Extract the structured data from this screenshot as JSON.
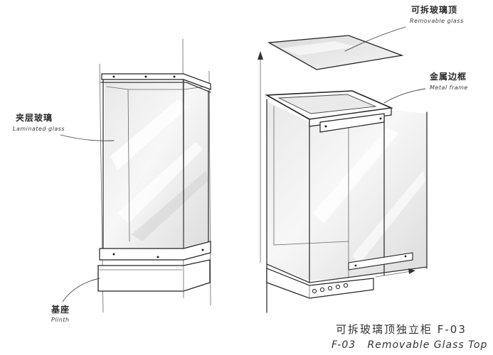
{
  "labels": {
    "laminated_glass_cn": "夹层玻璃",
    "laminated_glass_en": "Laminated glass",
    "plinth_cn": "基座",
    "plinth_en": "Plinth",
    "glass_top_cn": "可拆玻璃顶",
    "glass_top_en": "Removable glass",
    "metal_frame_cn": "金属边框",
    "metal_frame_en": "Metal frame"
  },
  "caption": {
    "line1": "可拆玻璃顶独立柜  F-03",
    "line2": "F-03   Removable Glass Top"
  }
}
